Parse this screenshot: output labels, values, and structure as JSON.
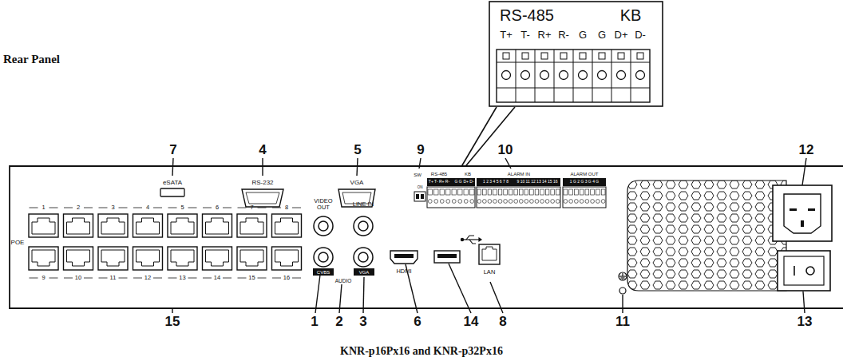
{
  "diagram": {
    "title": "Rear Panel",
    "caption": "KNR-p16Px16 and KNR-p32Px16",
    "labels": [
      "7",
      "4",
      "5",
      "9",
      "10",
      "12",
      "15",
      "1",
      "2",
      "3",
      "6",
      "14",
      "8",
      "11",
      "13",
      "RS-485",
      "KB",
      "T+",
      "T-",
      "R+",
      "R-",
      "G",
      "G",
      "D+",
      "D-",
      "eSATA",
      "RS-232",
      "VGA",
      "SW",
      "ON",
      "RS-485",
      "T+ T- R+ R-",
      "G G",
      "KB",
      "D+ D-",
      "ALARM IN",
      "1 2 3 4 5 6 7 8",
      "9 10 11 12 13 14 15 16",
      "ALARM OUT",
      "1 G 2 G 3 G 4 G",
      "VIDEO OUT",
      "LINE IN",
      "CVBS",
      "AUDIO",
      "VGA",
      "HDMI",
      "LAN",
      "POE",
      "1",
      "2",
      "3",
      "4",
      "5",
      "6",
      "7",
      "8",
      "9",
      "10",
      "11",
      "12",
      "13",
      "14",
      "15",
      "16"
    ]
  }
}
